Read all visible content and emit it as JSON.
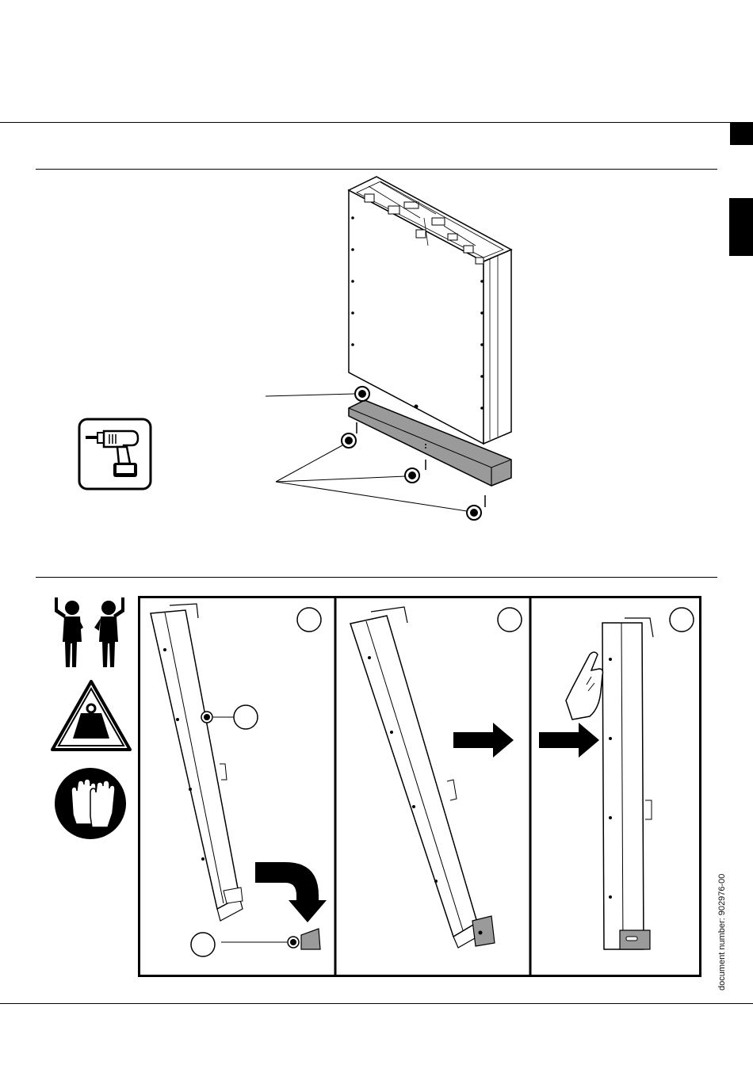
{
  "page": {
    "document_number": "document number: 902976-00"
  },
  "icons": {
    "side_tab_small": "page-tab-marker",
    "side_tab_large": "section-tab-marker",
    "drill": "cordless-drill-icon",
    "two_person": "two-person-lift-icon",
    "heavy": "heavy-weight-warning-icon",
    "gloves": "wear-gloves-icon"
  },
  "colors": {
    "ink": "#000000",
    "paper": "#ffffff",
    "bracket_fill": "#9a9a9a",
    "glove_fill": "#ffffff"
  }
}
